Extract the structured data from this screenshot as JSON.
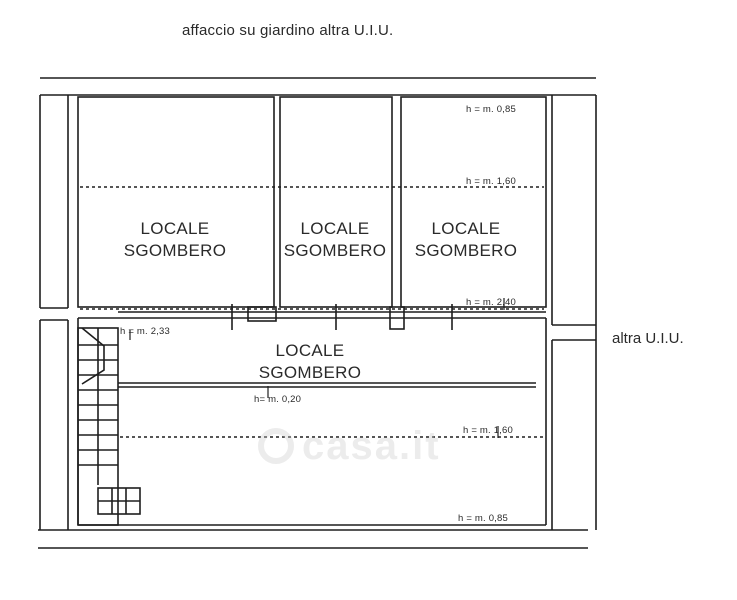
{
  "captions": {
    "top": "affaccio su giardino altra U.I.U.",
    "right": "altra U.I.U."
  },
  "rooms": [
    {
      "line1": "LOCALE",
      "line2": "SGOMBERO"
    },
    {
      "line1": "LOCALE",
      "line2": "SGOMBERO"
    },
    {
      "line1": "LOCALE",
      "line2": "SGOMBERO"
    },
    {
      "line1": "LOCALE",
      "line2": "SGOMBERO"
    }
  ],
  "heights": {
    "h1": "h = m. 0,85",
    "h2": "h = m. 1,60",
    "h3": "h = m. 2,40",
    "h4": "h = m. 2,33",
    "h5": "h= m. 0,20",
    "h6": "h = m. 1,60",
    "h7": "h = m. 0,85"
  },
  "watermark": "casa.it"
}
